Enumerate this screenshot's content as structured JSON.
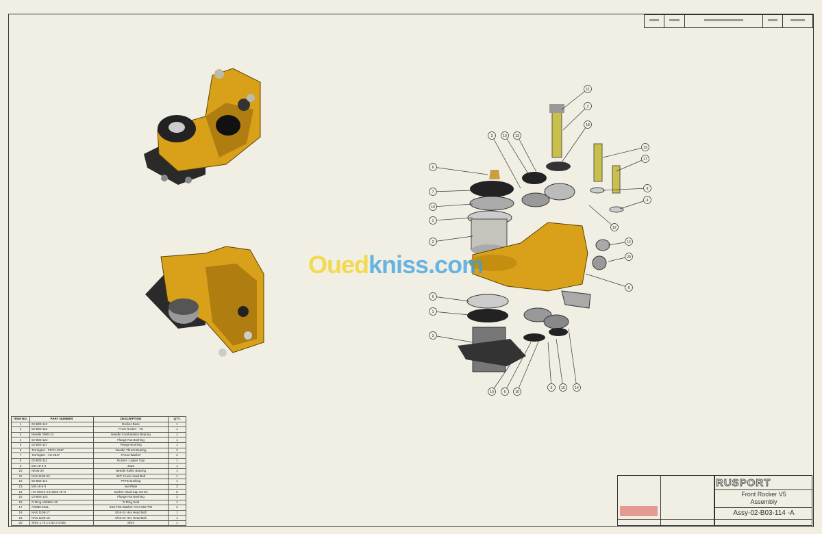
{
  "watermark": {
    "part1": "Oued",
    "part2": "kniss.com"
  },
  "colors": {
    "part": "#d9a11a",
    "dark": "#2a2a2a",
    "metal": "#b8b8b0"
  },
  "bom": {
    "headers": [
      "ITEM NO.",
      "PART NUMBER",
      "DESCRIPTION",
      "QTY."
    ],
    "rows": [
      [
        "1",
        "02-B03-113",
        "Rocker Base",
        "1"
      ],
      [
        "2",
        "02-B03-116",
        "Front Rocker - V5",
        "1"
      ],
      [
        "3",
        "Needle 2000-12",
        "Needle Combination Bearing",
        "1"
      ],
      [
        "4",
        "02-B03-124",
        "Flange Nut Bushing",
        "1"
      ],
      [
        "5",
        "02-B03-117",
        "Flange Bushing",
        "1"
      ],
      [
        "6",
        "Torrington - FNTA-2847",
        "Needle Thrust Bearing",
        "2"
      ],
      [
        "7",
        "Torrington - AS-2847",
        "Thrust Washer",
        "2"
      ],
      [
        "8",
        "02-B03-111",
        "Rocker - Upper Cap",
        "1"
      ],
      [
        "9",
        "MS-19-2-3",
        "Jaws",
        "1"
      ],
      [
        "10",
        "NK35-20",
        "Needle Roller Bearing",
        "1"
      ],
      [
        "11",
        "NAS 1106-22",
        "3/4\"-2 Hex Head Bolt",
        "1"
      ],
      [
        "12",
        "02-B03-112",
        "PTFE Bushing",
        "1"
      ],
      [
        "13",
        "MS-19-6-3",
        "Nut Plate",
        "2"
      ],
      [
        "14",
        "HX-SHCS 0.5-20x0.75-N",
        "Socket Head Cap Screw",
        "8"
      ],
      [
        "15",
        "02-B03-123",
        "Flange Nut Bushing",
        "2"
      ],
      [
        "16",
        "O-Ring AS568A-22",
        "O-Ring Seal",
        "1"
      ],
      [
        "17",
        "AN960-516L",
        "5/16 Flat Washer AN 0.063 Thk",
        "2"
      ],
      [
        "18",
        "NAS 1105-17",
        "5/16-24 Hex Head Bolt",
        "1"
      ],
      [
        "19",
        "NAS 1105-18",
        "5/16-24 Hex Head Bolt",
        "1"
      ],
      [
        "20",
        "Shim 1.75 x 2.62 x 0.005",
        "Shim",
        "1"
      ]
    ]
  },
  "title_block": {
    "company": "RUSPORT",
    "title_line1": "Front Rocker V5",
    "title_line2": "Assembly",
    "drawing_number": "Assy-02-B03-114 -A"
  },
  "balloons": [
    "11",
    "2",
    "18",
    "3",
    "10",
    "13",
    "19",
    "17",
    "9",
    "4",
    "6",
    "7",
    "10",
    "1",
    "2",
    "12",
    "12",
    "20",
    "6",
    "6",
    "1",
    "3",
    "10",
    "6",
    "10",
    "5",
    "15",
    "14"
  ]
}
